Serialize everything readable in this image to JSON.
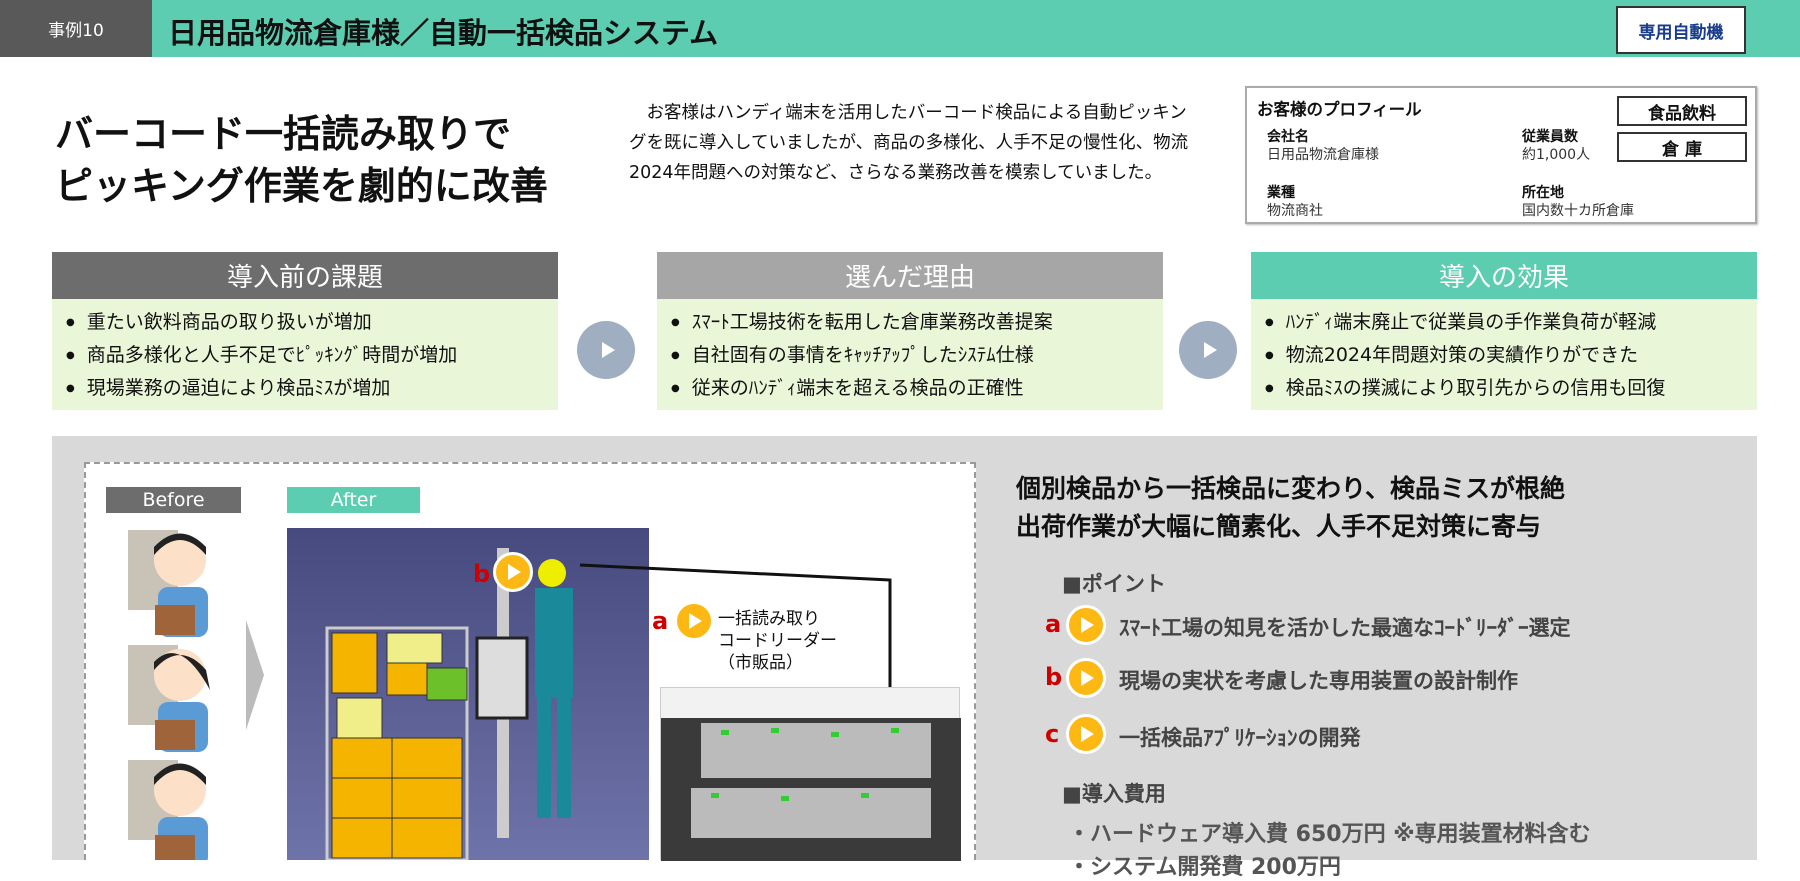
{
  "header": {
    "case_label": "事例10",
    "title": "日用品物流倉庫様／自動一括検品システム",
    "badge": "専用自動機"
  },
  "headline": [
    "バーコード一括読み取りで",
    "ピッキング作業を劇的に改善"
  ],
  "intro": "お客様はハンディ端末を活用したバーコード検品による自動ピッキングを既に導入していましたが、商品の多様化、人手不足の慢性化、物流2024年問題への対策など、さらなる業務改善を模索していました。",
  "profile": {
    "title": "お客様のプロフィール",
    "company_label": "会社名",
    "company": "日用品物流倉庫様",
    "employees_label": "従業員数",
    "employees": "約1,000人",
    "industry_label": "業種",
    "industry": "物流商社",
    "location_label": "所在地",
    "location": "国内数十カ所倉庫",
    "tags": [
      "食品飲料",
      "倉 庫"
    ]
  },
  "panels": [
    {
      "title": "導入前の課題",
      "color": "#6d6d6d",
      "items": [
        "重たい飲料商品の取り扱いが増加",
        "商品多様化と人手不足でﾋﾟｯｷﾝｸﾞ時間が増加",
        "現場業務の逼迫により検品ﾐｽが増加"
      ]
    },
    {
      "title": "選んだ理由",
      "color": "#a6a6a6",
      "items": [
        "ｽﾏｰﾄ工場技術を転用した倉庫業務改善提案",
        "自社固有の事情をｷｬｯﾁｱｯﾌﾟしたｼｽﾃﾑ仕様",
        "従来のﾊﾝﾃﾞｨ端末を超える検品の正確性"
      ]
    },
    {
      "title": "導入の効果",
      "color": "#5ccdb0",
      "items": [
        "ﾊﾝﾃﾞｨ端末廃止で従業員の手作業負荷が軽減",
        "物流2024年問題対策の実績作りができた",
        "検品ﾐｽの撲滅により取引先からの信用も回復"
      ]
    }
  ],
  "figure": {
    "before": "Before",
    "after": "After",
    "marker_a": "a",
    "marker_b": "b",
    "reader_label": [
      "一括読み取り",
      "コードリーダー",
      "（市販品）"
    ]
  },
  "result": {
    "lines": [
      "個別検品から一括検品に変わり、検品ミスが根絶",
      "出荷作業が大幅に簡素化、人手不足対策に寄与"
    ]
  },
  "points": {
    "title": "■ポイント",
    "items": [
      {
        "letter": "a",
        "text": "ｽﾏｰﾄ工場の知見を活かした最適なｺｰﾄﾞﾘｰﾀﾞｰ選定"
      },
      {
        "letter": "b",
        "text": "現場の実状を考慮した専用装置の設計制作"
      },
      {
        "letter": "c",
        "text": "一括検品ｱﾌﾟﾘｹｰｼｮﾝの開発"
      }
    ]
  },
  "cost": {
    "title": "■導入費用",
    "items": [
      "・ハードウェア導入費 650万円 ※専用装置材料含む",
      "・システム開発費 200万円"
    ]
  }
}
